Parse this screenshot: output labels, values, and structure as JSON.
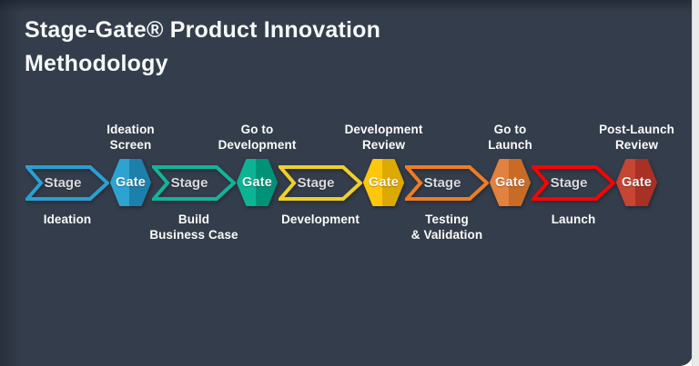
{
  "title": {
    "line1": "Stage-Gate® Product Innovation",
    "line2": "Methodology"
  },
  "colors": {
    "background": "#343d4b",
    "page_strip": "#e9eaea"
  },
  "flow": {
    "stages": [
      {
        "shape_text": "Stage",
        "caption": "Ideation",
        "color": "#2b9fd1"
      },
      {
        "shape_text": "Stage",
        "caption": "Build\nBusiness Case",
        "color": "#14b39a"
      },
      {
        "shape_text": "Stage",
        "caption": "Development",
        "color": "#eed02b"
      },
      {
        "shape_text": "Stage",
        "caption": "Testing\n& Validation",
        "color": "#ee7d25"
      },
      {
        "shape_text": "Stage",
        "caption": "Launch",
        "color": "#f40505"
      }
    ],
    "gates": [
      {
        "shape_text": "Gate",
        "caption": "Ideation\nScreen",
        "color_left": "#2da3d1",
        "color_right": "#1d80aa"
      },
      {
        "shape_text": "Gate",
        "caption": "Go to\nDevelopment",
        "color_left": "#0cb494",
        "color_right": "#009278"
      },
      {
        "shape_text": "Gate",
        "caption": "Development\nReview",
        "color_left": "#fec70c",
        "color_right": "#dda800"
      },
      {
        "shape_text": "Gate",
        "caption": "Go to\nLaunch",
        "color_left": "#e28140",
        "color_right": "#c76b27"
      },
      {
        "shape_text": "Gate",
        "caption": "Post-Launch\nReview",
        "color_left": "#c64533",
        "color_right": "#a63124"
      }
    ]
  }
}
